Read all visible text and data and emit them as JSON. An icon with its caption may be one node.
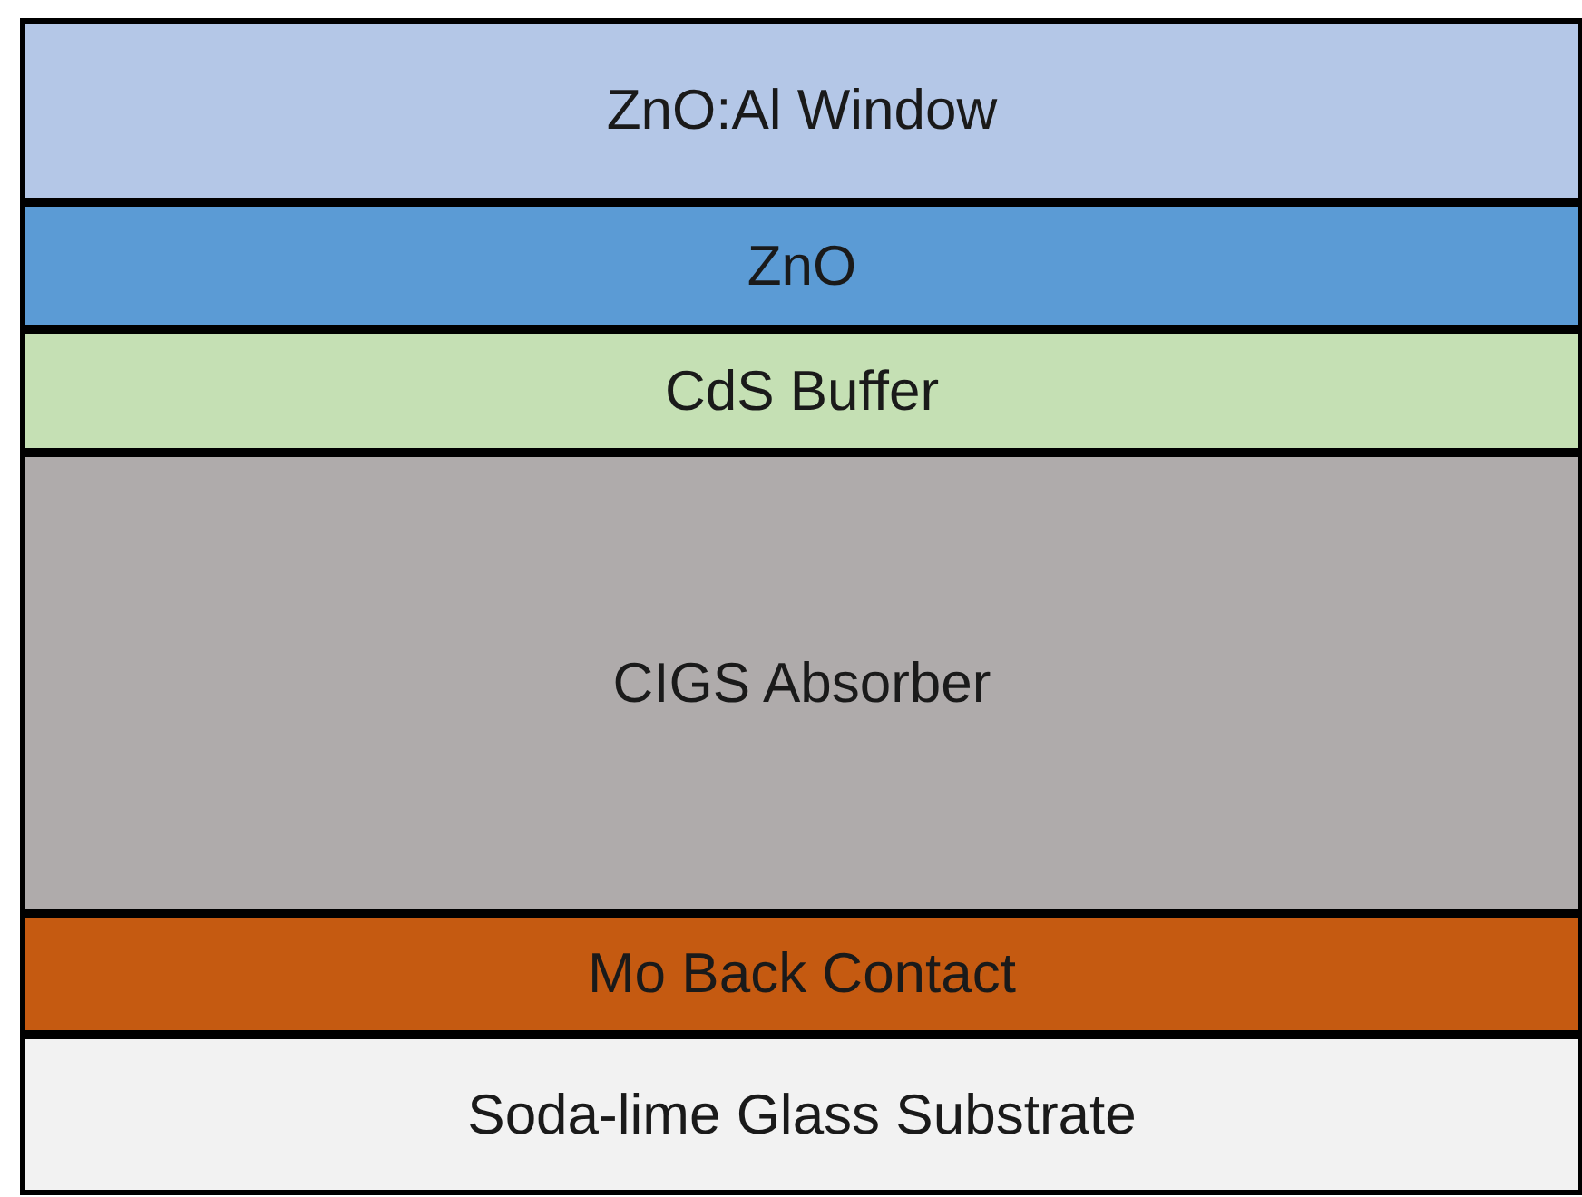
{
  "diagram": {
    "nodes": [
      {
        "text": [
          "ZnO:Al Window"
        ]
      },
      {
        "text": [
          "ZnO"
        ]
      },
      {
        "text": [
          "CdS Buffer"
        ]
      },
      {
        "text": [
          "CIGS Absorber"
        ]
      },
      {
        "text": [
          "Mo Back Contact"
        ]
      },
      {
        "text": [
          "Soda-lime Glass Substrate"
        ]
      }
    ]
  }
}
